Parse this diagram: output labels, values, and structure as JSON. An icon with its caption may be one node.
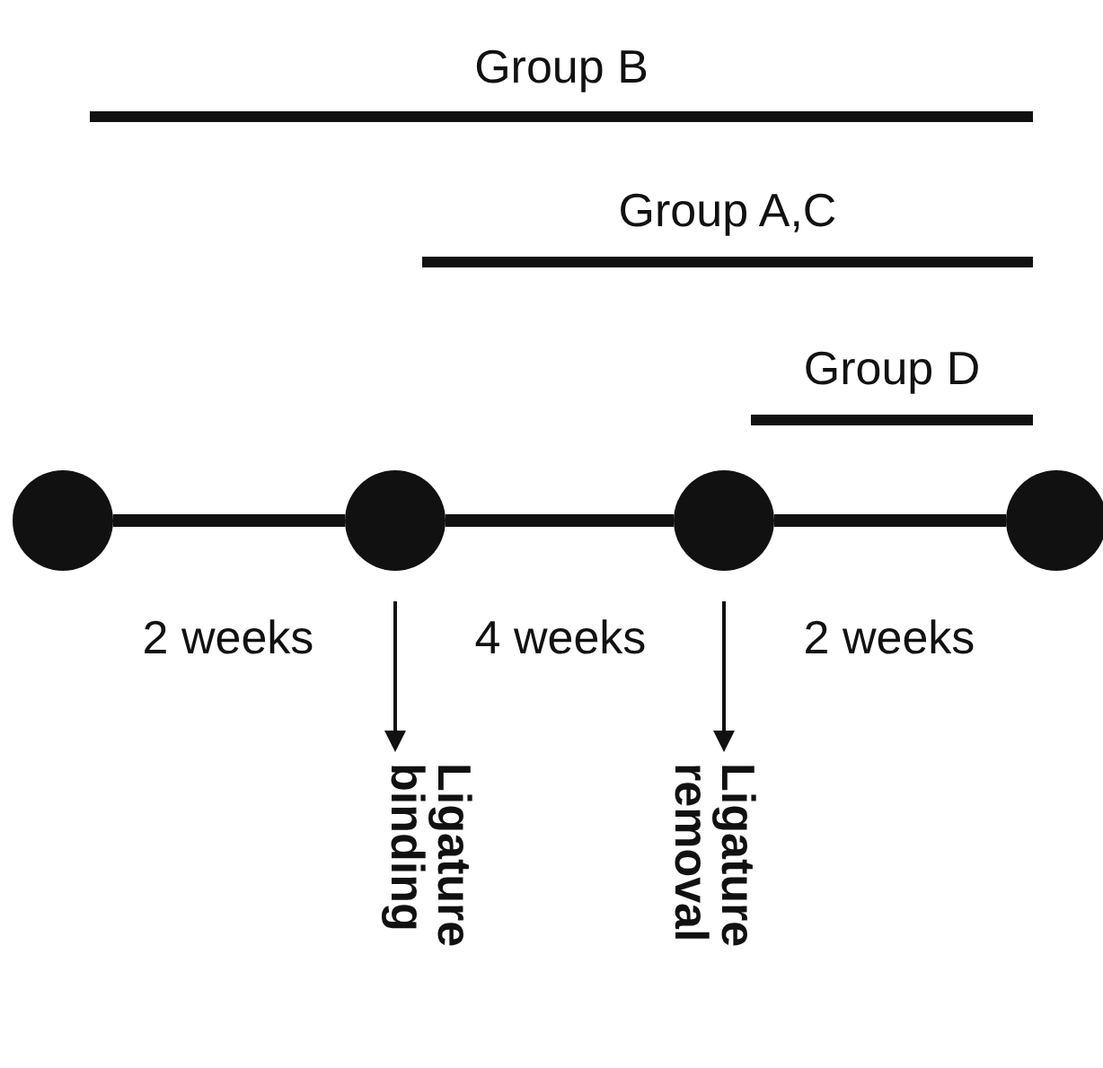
{
  "diagram": {
    "nodes": [
      {
        "text": [
          "Group B"
        ]
      },
      {
        "text": [
          "Group A,C"
        ]
      },
      {
        "text": [
          "Group D"
        ]
      },
      {
        "text": [],
        "shape": "circle"
      },
      {
        "text": [],
        "shape": "circle"
      },
      {
        "text": [],
        "shape": "circle"
      },
      {
        "text": [],
        "shape": "circle"
      },
      {
        "text": [
          "Ligature binding"
        ]
      },
      {
        "text": [
          "Ligature removal"
        ]
      }
    ],
    "edges": [
      {
        "from": 3,
        "to": 4,
        "arrow": "none"
      },
      {
        "from": 4,
        "to": 5,
        "arrow": "none"
      },
      {
        "from": 5,
        "to": 6,
        "arrow": "none"
      },
      {
        "from": null,
        "to": 7,
        "arrow": "to"
      },
      {
        "from": null,
        "to": 8,
        "arrow": "to"
      }
    ],
    "labels": [
      "2 weeks",
      "4 weeks",
      "2 weeks"
    ]
  }
}
